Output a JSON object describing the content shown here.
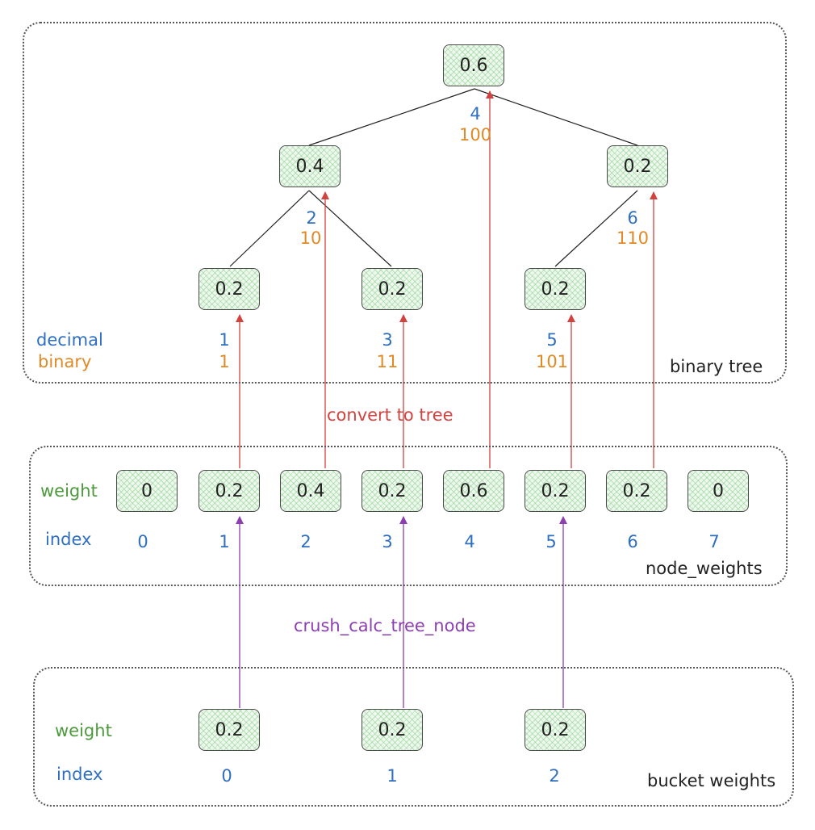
{
  "regions": {
    "binary_tree": "binary tree",
    "node_weights": "node_weights",
    "bucket_weights": "bucket weights"
  },
  "legend": {
    "decimal": "decimal",
    "binary": "binary"
  },
  "tree": {
    "root": {
      "value": "0.6",
      "decimal": "4",
      "binary": "100"
    },
    "left": {
      "value": "0.4",
      "decimal": "2",
      "binary": "10"
    },
    "right": {
      "value": "0.2",
      "decimal": "6",
      "binary": "110"
    },
    "leaves": [
      {
        "value": "0.2",
        "decimal": "1",
        "binary": "1"
      },
      {
        "value": "0.2",
        "decimal": "3",
        "binary": "11"
      },
      {
        "value": "0.2",
        "decimal": "5",
        "binary": "101"
      }
    ]
  },
  "convert_label": "convert to tree",
  "node_weights": {
    "weight_label": "weight",
    "index_label": "index",
    "weights": [
      "0",
      "0.2",
      "0.4",
      "0.2",
      "0.6",
      "0.2",
      "0.2",
      "0"
    ],
    "indices": [
      "0",
      "1",
      "2",
      "3",
      "4",
      "5",
      "6",
      "7"
    ]
  },
  "calc_label": "crush_calc_tree_node",
  "bucket": {
    "weight_label": "weight",
    "index_label": "index",
    "weights": [
      "0.2",
      "0.2",
      "0.2"
    ],
    "indices": [
      "0",
      "1",
      "2"
    ]
  },
  "colors": {
    "decimal": "#2f6fbf",
    "binary": "#e08a25",
    "weight_label": "#4c9a3c",
    "convert_arrow": "#d0433e",
    "calc_arrow": "#8c3fb0"
  }
}
